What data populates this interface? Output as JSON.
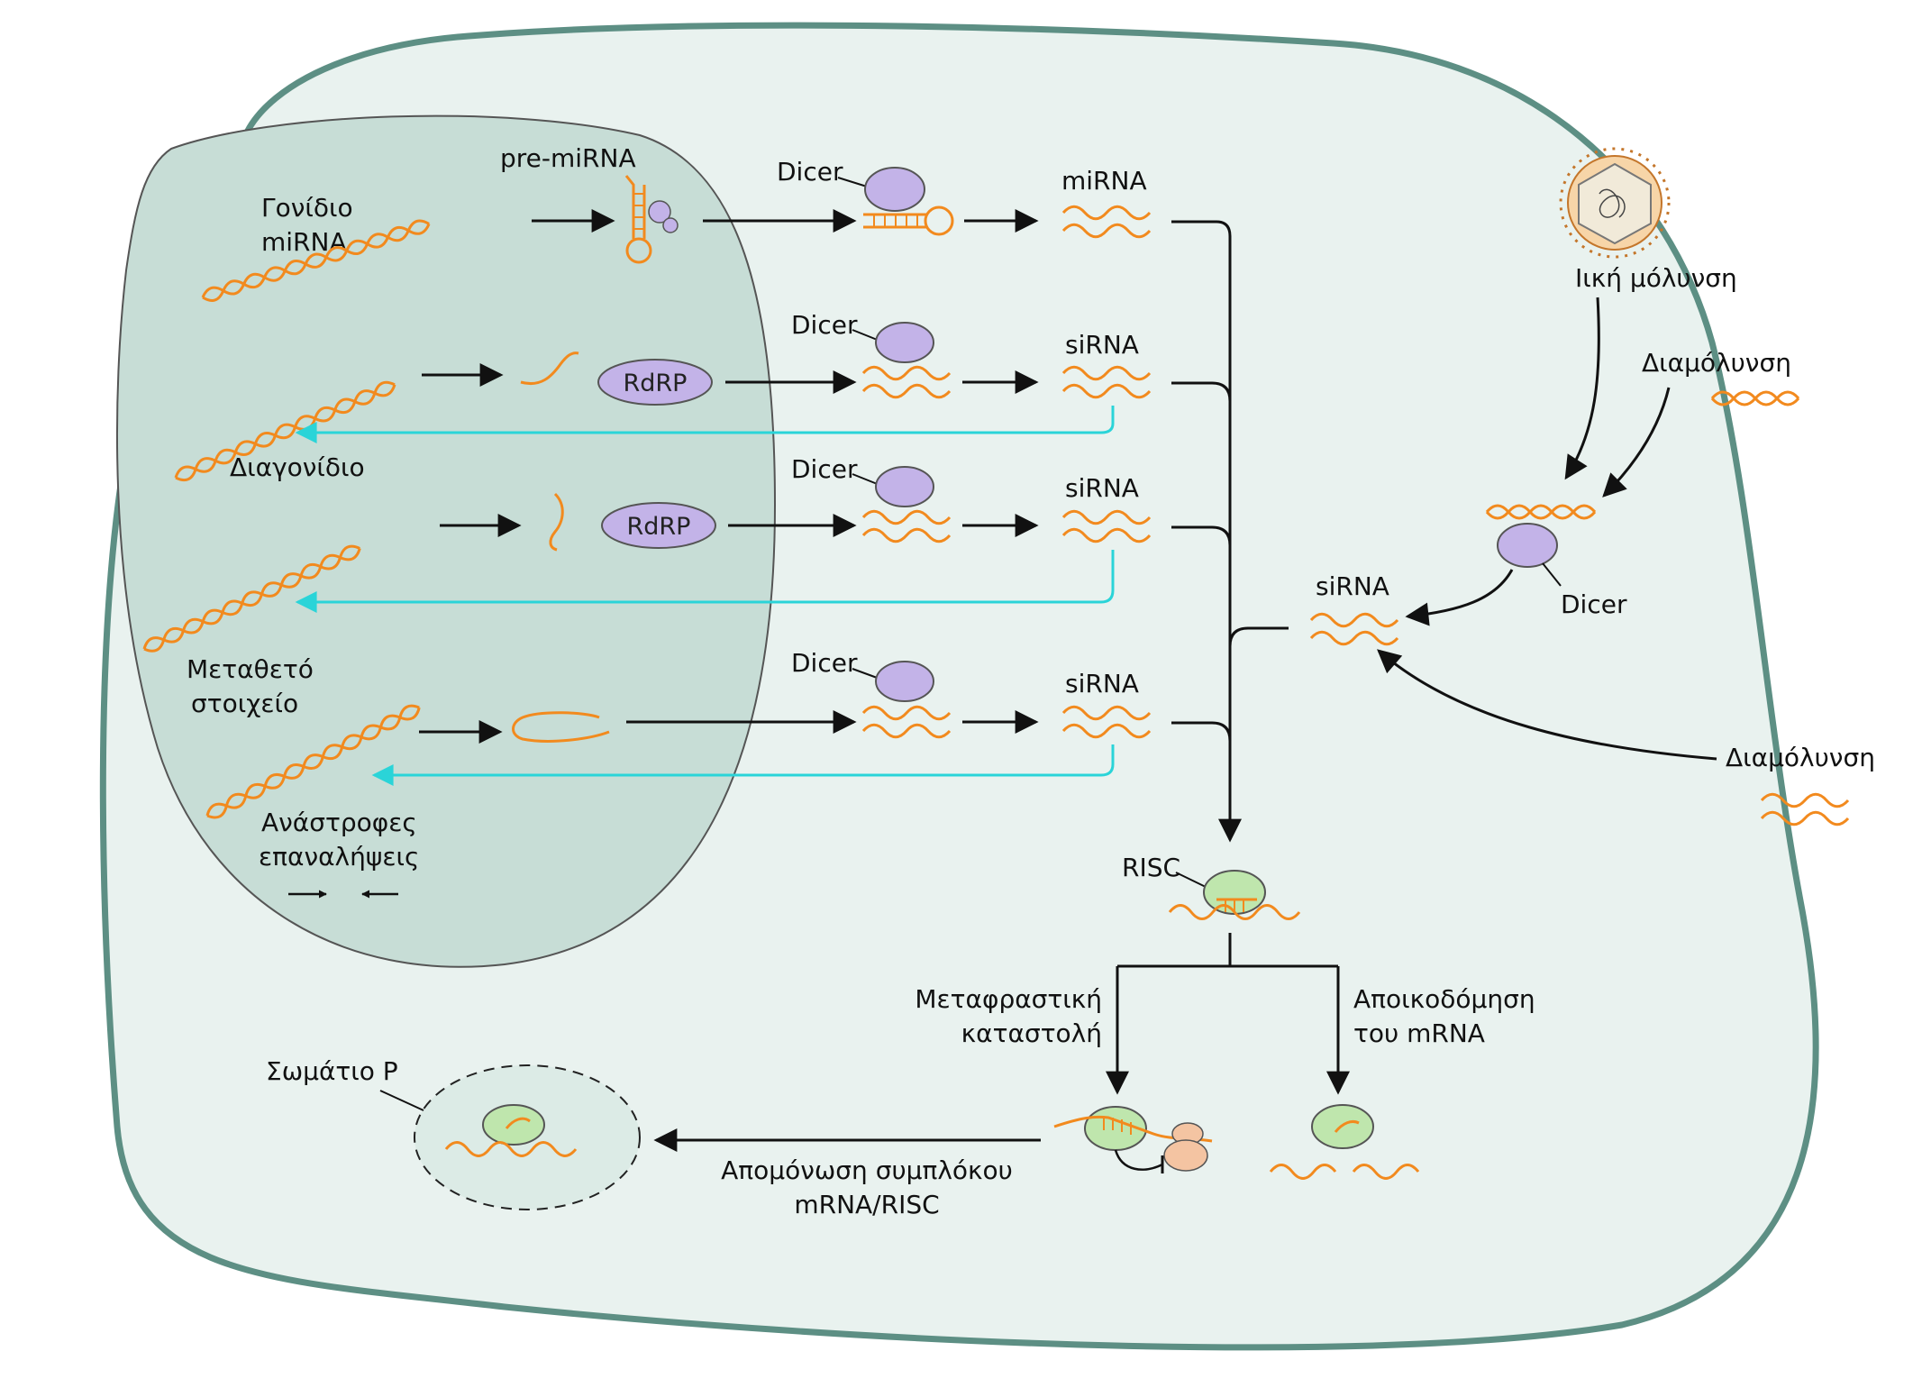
{
  "labels": {
    "gene_mirna_line1": "Γονίδιο",
    "gene_mirna_line2": "miRNA",
    "pre_mirna": "pre-miRNA",
    "diagonidio": "Διαγονίδιο",
    "transposon_line1": "Μεταθετό",
    "transposon_line2": "στοιχείο",
    "inverted_line1": "Ανάστροφες",
    "inverted_line2": "επαναλήψεις",
    "rdrp": "RdRP",
    "dicer": "Dicer",
    "mirna": "miRNA",
    "sirna": "siRNA",
    "viral_infection": "Ιική  μόλυνση",
    "transfection": "Διαμόλυνση",
    "risc": "RISC",
    "translational_repression_line1": "Μεταφραστική",
    "translational_repression_line2": "καταστολή",
    "mrna_degradation_line1": "Αποικοδόμηση",
    "mrna_degradation_line2": "του mRNA",
    "p_body": "Σωμάτιο P",
    "sequestration_line1": "Απομόνωση συμπλόκου",
    "sequestration_line2": "mRNA/RISC"
  },
  "colors": {
    "cell_fill": "#e9f2ef",
    "cell_border": "#5d8f84",
    "nucleus_fill": "#c7ddd6",
    "rna": "#f28a1e",
    "dicer": "#c3b3e8",
    "risc": "#bfe6ad",
    "cyan_arrow": "#2ad4d8",
    "ribosome": "#f4c4a2"
  }
}
